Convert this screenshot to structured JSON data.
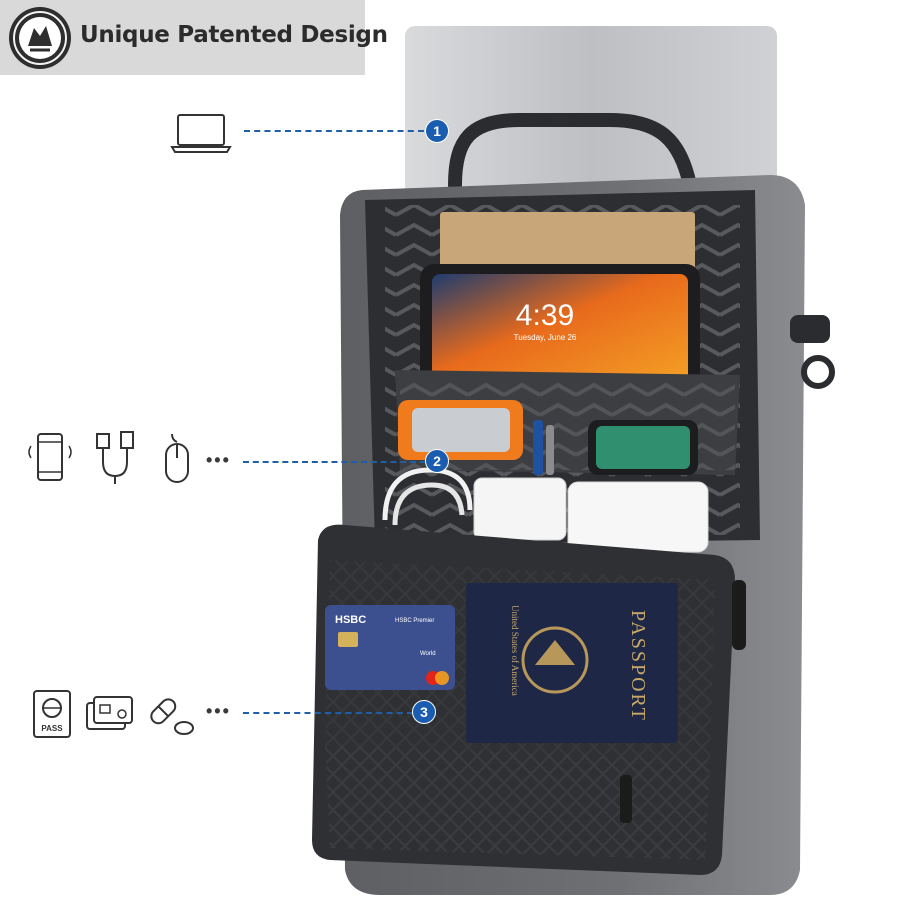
{
  "badge": {
    "text": "Unique Patented Design"
  },
  "ipad": {
    "time": "4:39",
    "date": "Tuesday, June 26"
  },
  "card": {
    "bank": "HSBC",
    "tier": "HSBC Premier",
    "network": "World"
  },
  "passport": {
    "title": "PASSPORT",
    "country": "United States of America"
  },
  "callouts": [
    {
      "number": "1",
      "icons": [
        "laptop-icon"
      ]
    },
    {
      "number": "2",
      "icons": [
        "phone-icon",
        "cable-adapter-icon",
        "mouse-icon"
      ]
    },
    {
      "number": "3",
      "icons": [
        "passport-icon",
        "cards-icon",
        "pills-icon"
      ]
    }
  ],
  "icon_labels": {
    "passport_mini": "PASS"
  },
  "colors": {
    "callout_blue": "#1a5db0",
    "bag_gray": "#4a4c50",
    "badge_bg": "#d9d9d9"
  }
}
